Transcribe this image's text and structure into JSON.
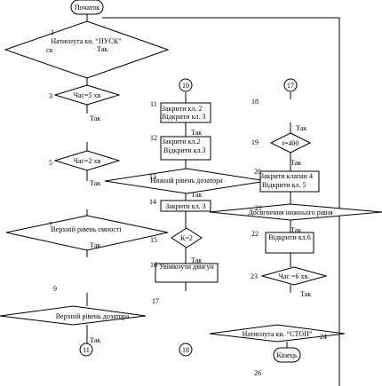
{
  "blocks": {
    "start": "Початок",
    "end": "Кінець",
    "d1_line1": "Натиснута кн. “ПУСК”",
    "d1_line2": "ск",
    "d3": "Час=5 хв",
    "d5": "Час=2 хв",
    "d7": "Верхній рівень ємності",
    "d9": "Верхній рівень дозатора",
    "c11": "11",
    "c10": "10",
    "c17": "17",
    "c18": "18",
    "p11_line1": "Закрити кл. 2",
    "p11_line2": "Відкрити кл. 3",
    "p12_line1": "Закрити кл.2",
    "p12_line2": "Відкрити кл.3",
    "d13": "Нижній рівень дозатора",
    "p14": "Закрити кл. 3",
    "d15": "К=2",
    "p16": "Увімкнути двигун",
    "d19": "t=400",
    "p20_line1": "Закрити клапан 4",
    "p20_line2": "Відкрити кл. 5",
    "d21": "Досягнення нижнього рівня",
    "p22": "Відкрити кл.6",
    "d23": "Час =6 хв.",
    "d25": "Натиснута кн. “СТОП”"
  },
  "labels": {
    "yes": "Так"
  },
  "numbers": {
    "n1": "1",
    "n3": "3",
    "n5": "5",
    "n7": "7",
    "n9": "9",
    "n11": "11",
    "n12": "12",
    "n13": "13",
    "n14": "14",
    "n15": "15",
    "n16": "16",
    "n17": "17",
    "n18": "18",
    "n19": "19",
    "n20": "20",
    "n21": "21",
    "n22": "22",
    "n23": "23",
    "n24": "24",
    "n26": "26"
  }
}
